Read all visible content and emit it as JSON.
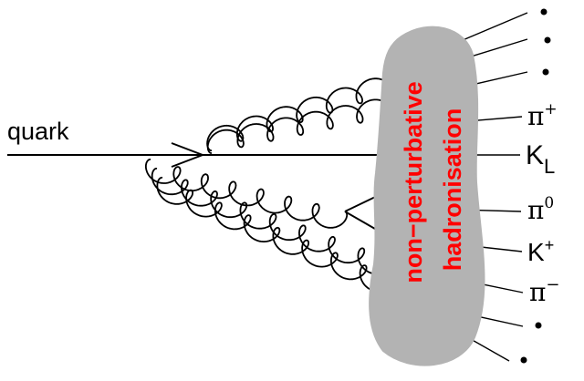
{
  "diagram": {
    "incoming_label": "quark",
    "blob_label_line1": "non−perturbative",
    "blob_label_line2": "hadronisation",
    "hadrons": [
      {
        "base": "π",
        "sup": "+",
        "sub": ""
      },
      {
        "base": "K",
        "sup": "",
        "sub": "L"
      },
      {
        "base": "π",
        "sup": "0",
        "sub": ""
      },
      {
        "base": "K",
        "sup": "+",
        "sub": ""
      },
      {
        "base": "π",
        "sup": "−",
        "sub": ""
      }
    ],
    "colors": {
      "blob_fill": "#b3b3b3",
      "blob_label": "#ff0000",
      "lines": "#000000"
    }
  }
}
